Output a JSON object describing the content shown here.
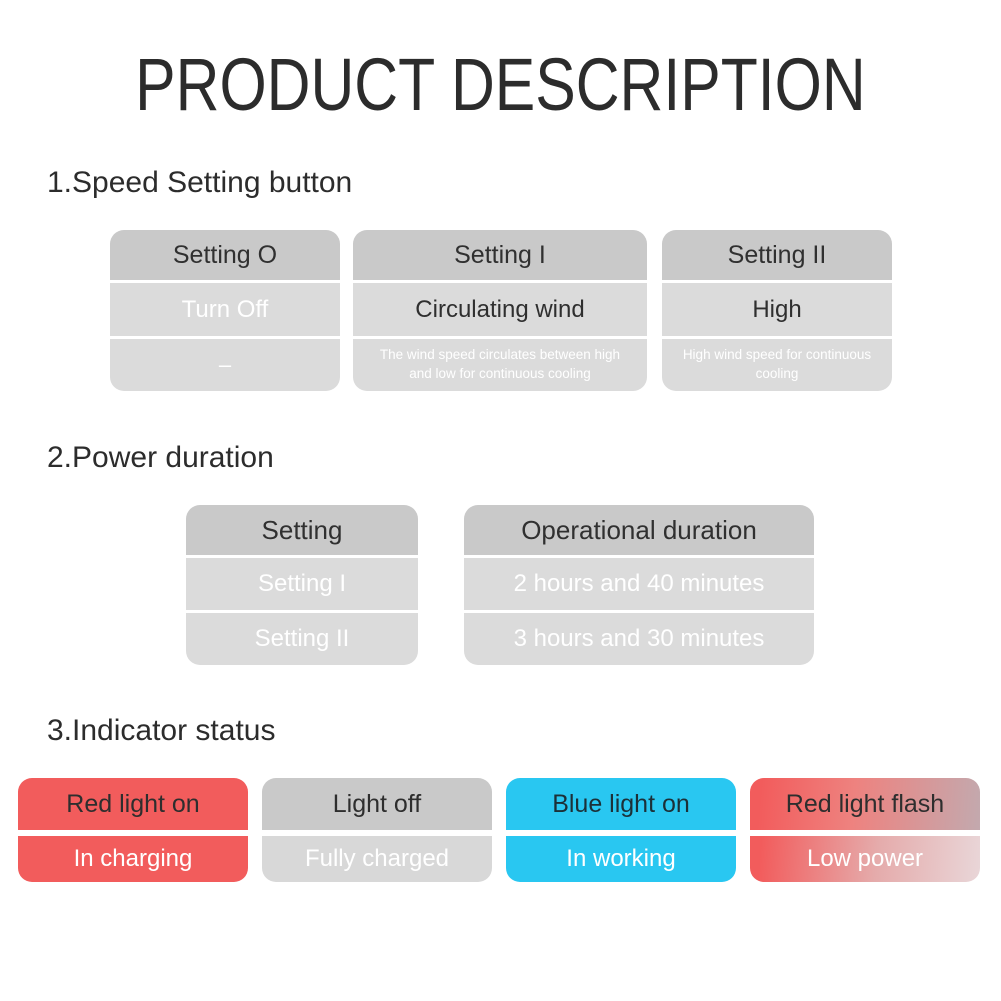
{
  "title": "PRODUCT DESCRIPTION",
  "colors": {
    "accent_red": "#f25c5c",
    "accent_blue": "#29c7f1",
    "header_gray": "#c9c9c9",
    "row_gray": "#dbdbdb",
    "text_dark": "#2d2d2d",
    "text_white": "#ffffff"
  },
  "sections": {
    "speed": {
      "heading": "1.Speed Setting button",
      "cards": [
        {
          "header": "Setting O",
          "value": "Turn Off",
          "note": "–"
        },
        {
          "header": "Setting I",
          "value": "Circulating wind",
          "note": "The wind speed circulates between high and low for continuous cooling"
        },
        {
          "header": "Setting II",
          "value": "High",
          "note": "High wind speed for continuous cooling"
        }
      ]
    },
    "power": {
      "heading": "2.Power duration",
      "columns": [
        {
          "header": "Setting",
          "rows": [
            "Setting I",
            "Setting II"
          ]
        },
        {
          "header": "Operational duration",
          "rows": [
            "2 hours and 40 minutes",
            "3 hours and 30 minutes"
          ]
        }
      ]
    },
    "indicator": {
      "heading": "3.Indicator status",
      "cards": [
        {
          "status": "Red light on",
          "meaning": "In charging",
          "style": "red"
        },
        {
          "status": "Light off",
          "meaning": "Fully charged",
          "style": "gray"
        },
        {
          "status": "Blue light on",
          "meaning": "In working",
          "style": "blue"
        },
        {
          "status": "Red light flash",
          "meaning": "Low power",
          "style": "red-gradient"
        }
      ]
    }
  }
}
